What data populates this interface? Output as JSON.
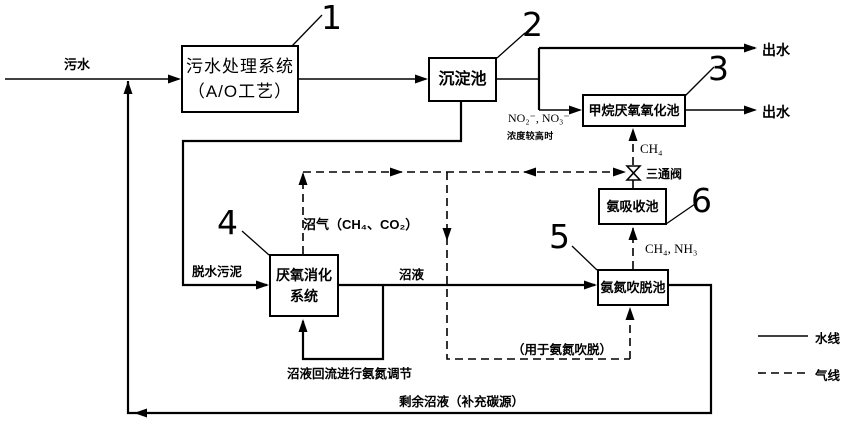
{
  "colors": {
    "ink": "#000000",
    "background": "#ffffff"
  },
  "boxes": {
    "b1": {
      "line1": "污水处理系统",
      "line2": "（A/O工艺）",
      "num": "1"
    },
    "b2": {
      "label": "沉淀池",
      "num": "2"
    },
    "b3": {
      "label": "甲烷厌氧氧化池",
      "num": "3"
    },
    "b4": {
      "line1": "厌氧消化",
      "line2": "系统",
      "num": "4"
    },
    "b5": {
      "label": "氨氮吹脱池",
      "num": "5"
    },
    "b6": {
      "label": "氨吸收池",
      "num": "6"
    }
  },
  "labels": {
    "influent": "污水",
    "effluent_top": "出水",
    "effluent_bottom": "出水",
    "no2_no3": "NO₂⁻, NO₃⁻",
    "no2_no3_note": "浓度较高时",
    "ch4": "CH₄",
    "three_way_valve": "三通阀",
    "ch4_nh3": "CH₄, NH₃",
    "biogas": "沼气（CH₄、CO₂）",
    "dewatered_sludge": "脱水污泥",
    "slurry": "沼液",
    "for_ammonia_stripping": "（用于氨氮吹脱）",
    "slurry_reflux_note": "沼液回流进行氨氮调节",
    "surplus_slurry": "剩余沼液（补充碳源）"
  },
  "legend": {
    "water_line": "水线",
    "gas_line": "气线"
  },
  "icons": {
    "three_way_valve_icon": "bowtie-valve"
  }
}
